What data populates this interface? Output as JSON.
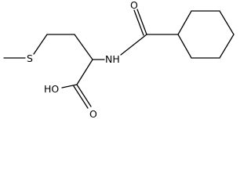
{
  "atoms": {
    "sulfur": "S",
    "nitrogen_h": "NH",
    "hydroxyl": "HO",
    "carboxyl_oxygen": "O",
    "amide_oxygen": "O"
  },
  "colors": {
    "bond": "#000000",
    "background": "#ffffff"
  }
}
